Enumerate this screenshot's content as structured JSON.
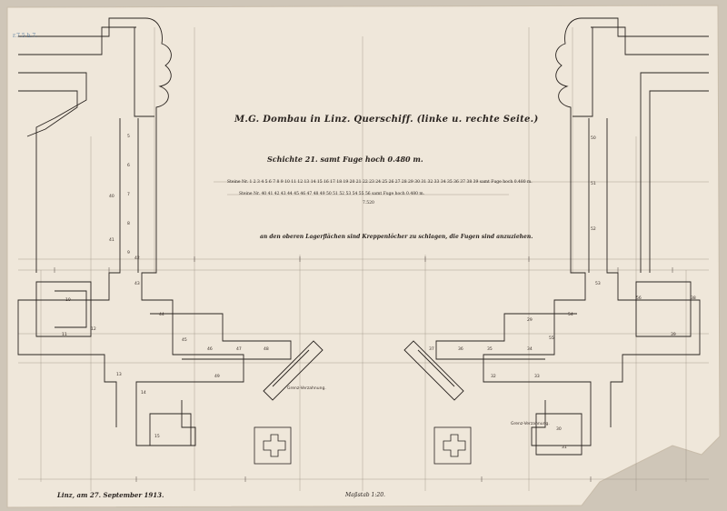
{
  "title": "M.G. Dombau in Linz. Querschiff. (linke u. rechte Seite.)",
  "subtitle": "Schichte 21. samt Fuge hoch 0.480 m.",
  "row_line_1": "Steine Nr. 1 2 3 4 5 6 7 8 9 10 11 12 13 14 15 16 17 18 19 20 21 22 23 24 25 26 27 28 29 30 31 32 33 34 35 36 37 38 39 samt Fuge hoch 0.480 m.",
  "row_line_2": "Steine Nr. 40 41 42 43 44 45 46 47 48 49 50 51 52 53 54 55 56 samt Fuge hoch 0.480 m.",
  "mid_dimension": "7.520",
  "note": "an den oberen Lagerflächen sind Kreppenlöcher zu schlagen, die Fugen sind anzuziehen.",
  "place_date": "Linz, am 27. September 1913.",
  "scale": "Maßstab 1:20.",
  "corner_mark": "r.7.5 h.7.",
  "annotation_left": "Grenz-Verzahnung.",
  "annotation_right": "Grenz-Verzahnung.",
  "stone_labels_left": [
    "5",
    "6",
    "7",
    "8",
    "9",
    "10",
    "11",
    "12",
    "13",
    "14",
    "15",
    "40",
    "41",
    "42",
    "43",
    "44",
    "45",
    "46",
    "47",
    "48",
    "49"
  ],
  "stone_labels_right": [
    "29",
    "30",
    "31",
    "32",
    "33",
    "34",
    "35",
    "36",
    "37",
    "38",
    "39",
    "50",
    "51",
    "52",
    "53",
    "54",
    "55",
    "56"
  ],
  "colors": {
    "paper": "#efe7da",
    "ink": "#2a2420",
    "pencil": "#8a7f74",
    "blue": "#6a8aa8"
  }
}
